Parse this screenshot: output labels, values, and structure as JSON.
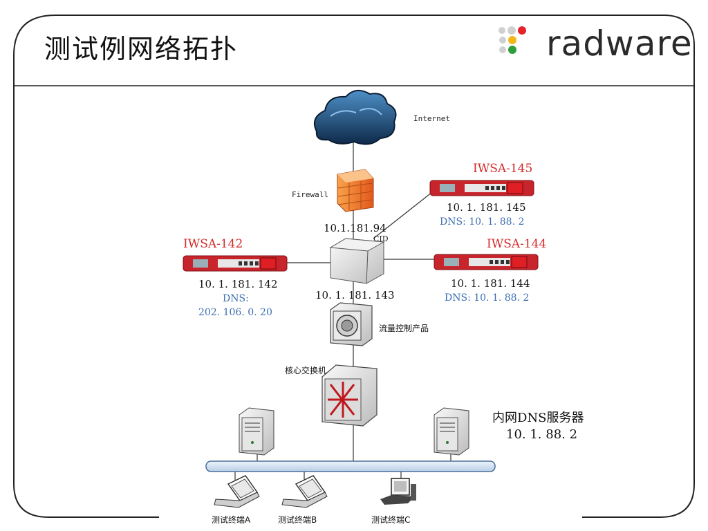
{
  "slide": {
    "title": "测试例网络拓扑",
    "brand": "radware",
    "colors": {
      "brand_dots": [
        "#d0d0d0",
        "#d0d0d0",
        "#e4232b",
        "#f2b81b",
        "#d0d0d0",
        "#2f9e3b"
      ],
      "device_label": "#d42a2a",
      "dns_text": "#3c6fb0",
      "lan_bus": "#d7e6f5"
    }
  },
  "diagram": {
    "internet": "Internet",
    "firewall": "Firewall",
    "firewall_ip": "10.1.181.94",
    "cid": "CID",
    "device_142": {
      "name": "IWSA-142",
      "ip": "10. 1. 181. 142",
      "dns_label": "DNS:",
      "dns_value": "202. 106. 0. 20"
    },
    "device_145": {
      "name": "IWSA-145",
      "ip": "10. 1. 181. 145",
      "dns": "DNS: 10. 1. 88. 2"
    },
    "device_144": {
      "name": "IWSA-144",
      "ip": "10. 1. 181. 144",
      "dns": "DNS: 10. 1. 88. 2"
    },
    "hub_ip": "10. 1. 181. 143",
    "traffic_product": "流量控制产品",
    "core_switch": "核心交换机",
    "dns_server": {
      "name": "内网DNS服务器",
      "ip": "10. 1. 88. 2"
    },
    "terminals": [
      "测试终端A",
      "测试终端B",
      "测试终端C"
    ]
  }
}
